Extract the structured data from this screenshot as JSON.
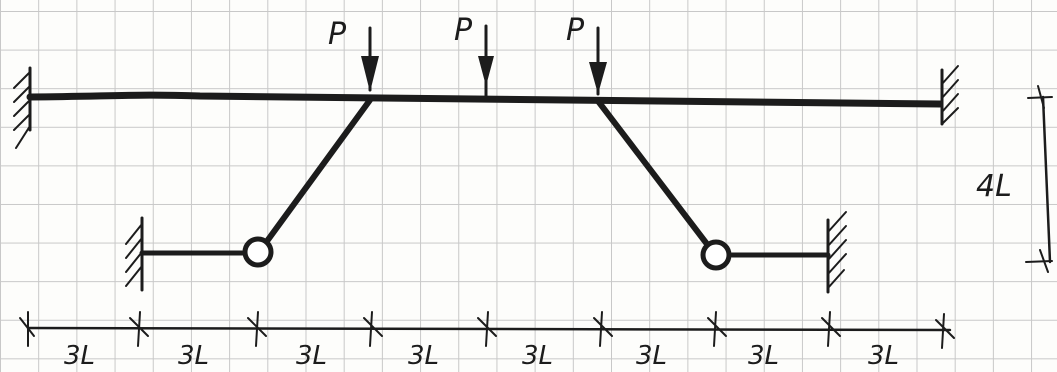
{
  "loads": [
    {
      "label": "P"
    },
    {
      "label": "P"
    },
    {
      "label": "P"
    }
  ],
  "height_dimension": {
    "label": "4L"
  },
  "span_dimensions": [
    {
      "label": "3L"
    },
    {
      "label": "3L"
    },
    {
      "label": "3L"
    },
    {
      "label": "3L"
    },
    {
      "label": "3L"
    },
    {
      "label": "3L"
    },
    {
      "label": "3L"
    },
    {
      "label": "3L"
    }
  ],
  "colors": {
    "ink": "#1c1c1c",
    "grid": "#c8c8c8",
    "paper": "#fdfdfb"
  }
}
